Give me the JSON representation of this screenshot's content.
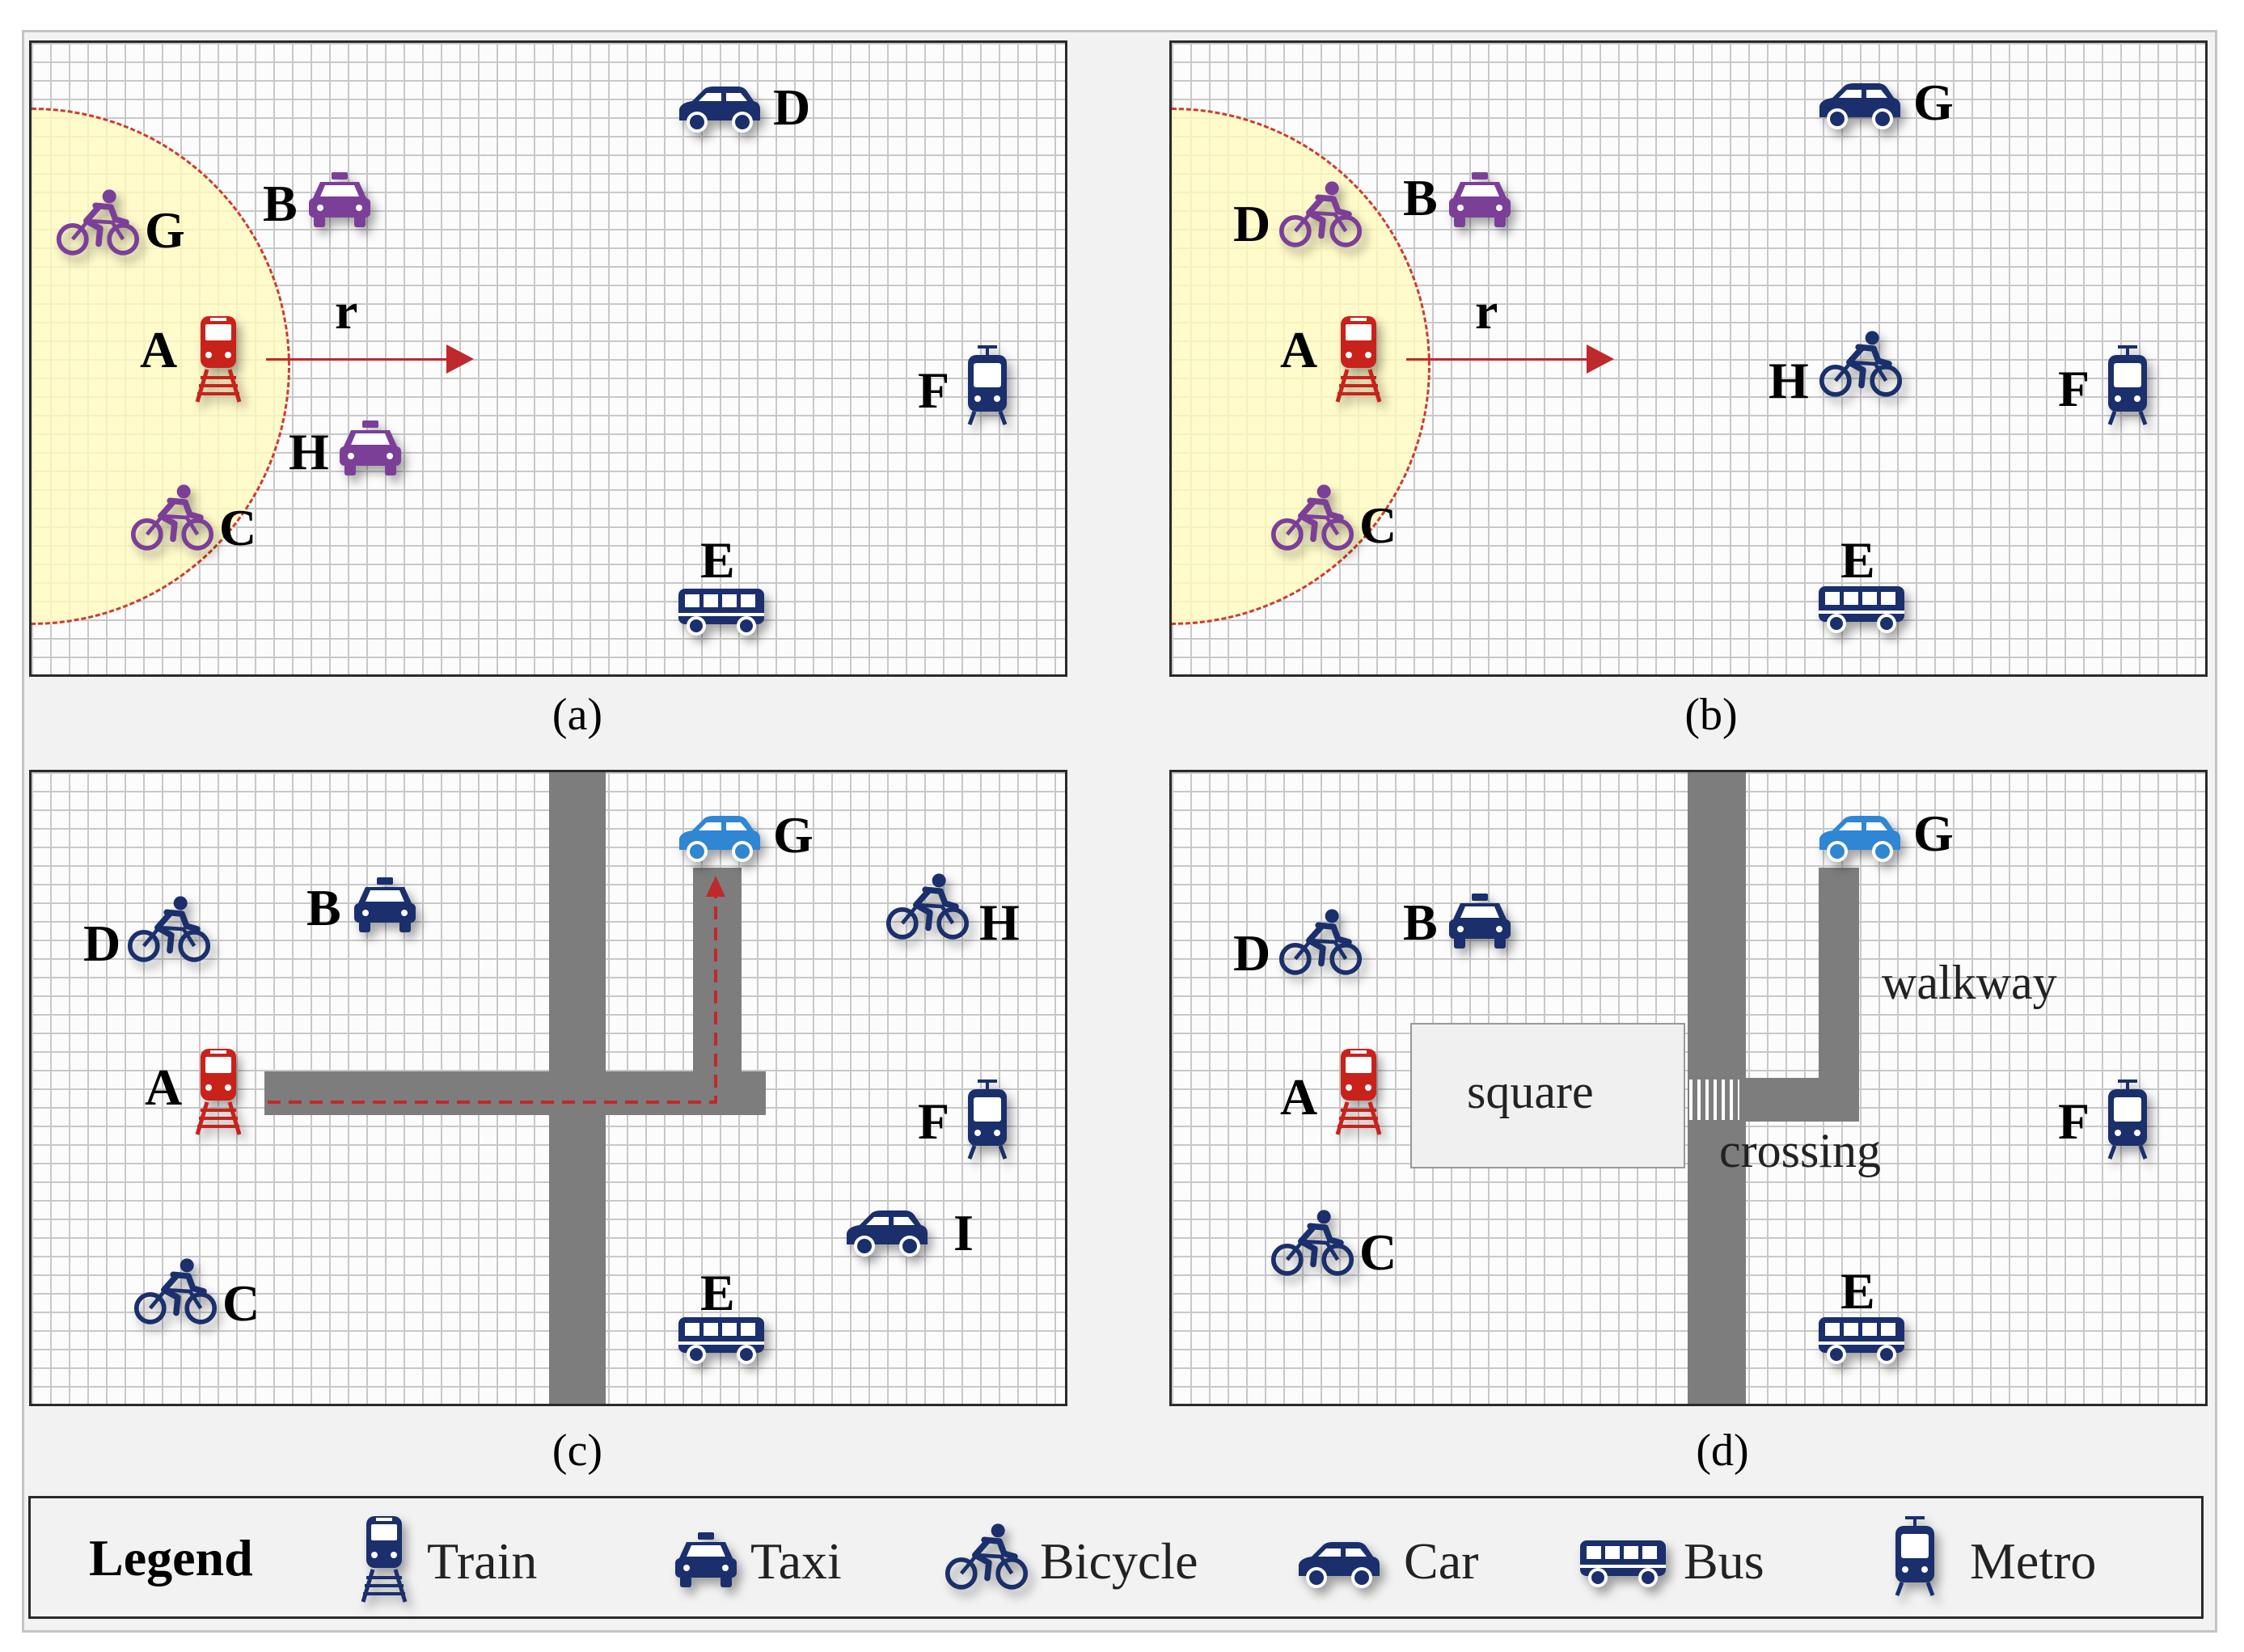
{
  "panels": {
    "a": {
      "caption": "(a)",
      "radius_label": "r",
      "labels": {
        "A": "A",
        "B": "B",
        "C": "C",
        "D": "D",
        "E": "E",
        "F": "F",
        "G": "G",
        "H": "H"
      }
    },
    "b": {
      "caption": "(b)",
      "radius_label": "r",
      "labels": {
        "A": "A",
        "B": "B",
        "C": "C",
        "D": "D",
        "E": "E",
        "F": "F",
        "G": "G",
        "H": "H"
      }
    },
    "c": {
      "caption": "(c)",
      "labels": {
        "A": "A",
        "B": "B",
        "C": "C",
        "D": "D",
        "E": "E",
        "F": "F",
        "G": "G",
        "H": "H",
        "I": "I"
      }
    },
    "d": {
      "caption": "(d)",
      "labels": {
        "A": "A",
        "B": "B",
        "C": "C",
        "D": "D",
        "E": "E",
        "F": "F",
        "G": "G"
      },
      "square": "square",
      "crossing": "crossing",
      "walkway": "walkway"
    }
  },
  "legend": {
    "title": "Legend",
    "items": [
      {
        "label": "Train",
        "icon": "train-icon"
      },
      {
        "label": "Taxi",
        "icon": "taxi-icon"
      },
      {
        "label": "Bicycle",
        "icon": "bicycle-icon"
      },
      {
        "label": "Car",
        "icon": "car-icon"
      },
      {
        "label": "Bus",
        "icon": "bus-icon"
      },
      {
        "label": "Metro",
        "icon": "metro-icon"
      }
    ]
  },
  "colors": {
    "train": "#c8221b",
    "purple": "#7b3f98",
    "navy": "#1a2f6b",
    "lightblue": "#2f86d2",
    "dashed_zone": "#cc3a3a"
  }
}
